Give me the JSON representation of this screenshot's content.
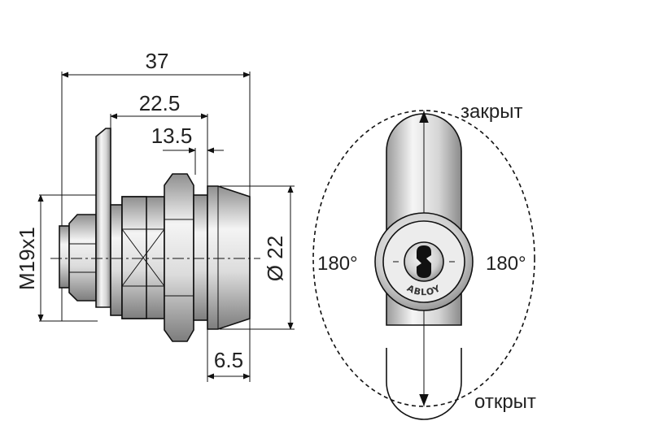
{
  "dimensions": {
    "overall_length": "37",
    "length_to_flange": "22.5",
    "offset": "13.5",
    "flange_diameter": "Ø 22",
    "thread": "M19x1",
    "flange_thickness": "6.5"
  },
  "rotation": {
    "closed_label": "закрыт",
    "open_label": "открыт",
    "left_angle": "180°",
    "right_angle": "180°"
  },
  "brand": "ABLOY",
  "colors": {
    "line": "#111111",
    "metal_light": "#f2f2f2",
    "metal_dark": "#9a9a9a"
  }
}
